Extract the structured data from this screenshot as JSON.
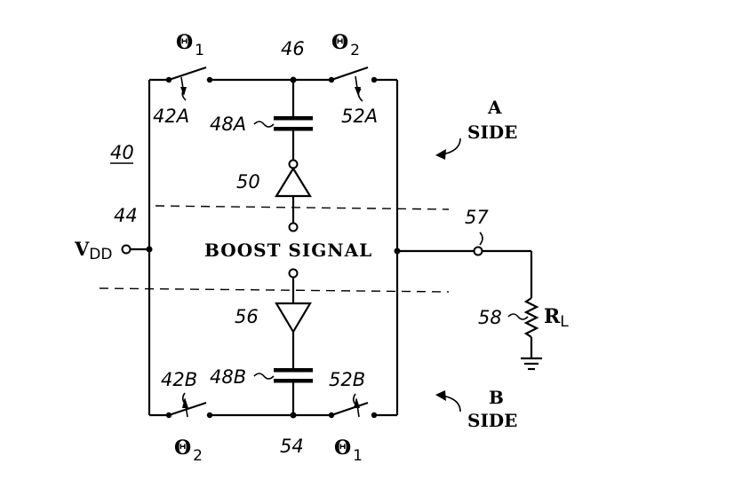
{
  "figure": {
    "ref_40": "40",
    "node_44": "44",
    "node_46": "46",
    "node_54": "54",
    "node_57": "57",
    "switch_42A": "42A",
    "switch_52A": "52A",
    "switch_42B": "42B",
    "switch_52B": "52B",
    "cap_48A": "48A",
    "cap_48B": "48B",
    "buffer_50": "50",
    "buffer_56": "56",
    "resistor_58": "58",
    "theta_1_top": "Θ",
    "theta_1_top_sub": "1",
    "theta_2_top": "Θ",
    "theta_2_top_sub": "2",
    "theta_2_bottom": "Θ",
    "theta_2_bottom_sub": "2",
    "theta_1_bottom": "Θ",
    "theta_1_bottom_sub": "1",
    "vdd": "V",
    "vdd_sub": "DD",
    "rl": "R",
    "rl_sub": "L",
    "boost_signal": "BOOST SIGNAL",
    "a_side_letter": "A",
    "a_side_word": "SIDE",
    "b_side_letter": "B",
    "b_side_word": "SIDE"
  }
}
